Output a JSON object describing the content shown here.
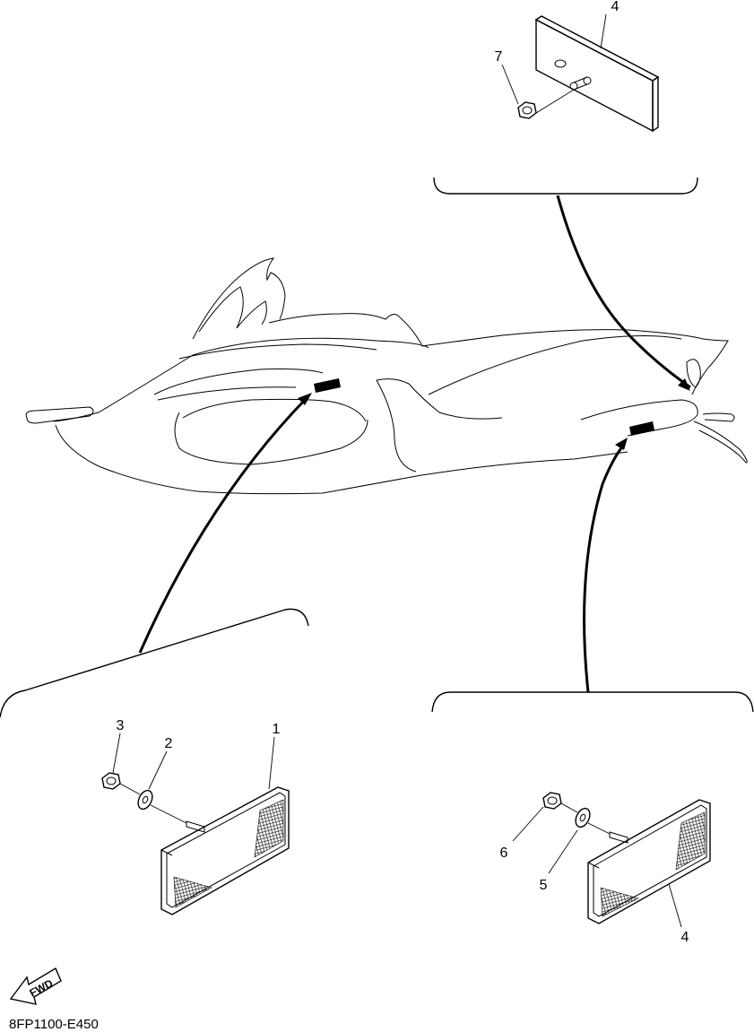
{
  "callouts": {
    "top_reflector": "4",
    "top_nut": "7",
    "front_reflector": "1",
    "front_washer": "2",
    "front_nut": "3",
    "rear_reflector": "4",
    "rear_washer": "5",
    "rear_nut": "6"
  },
  "fwd_label": "FWD",
  "doc_code": "8FP1100-E450",
  "icons": [
    "fwd-arrow-icon"
  ]
}
